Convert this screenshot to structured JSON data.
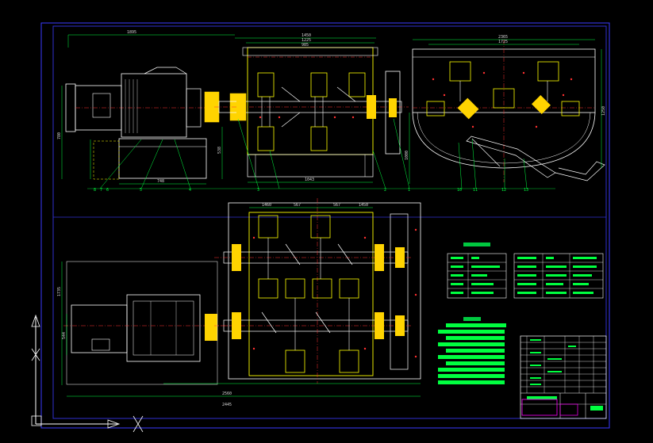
{
  "colors": {
    "background": "#000000",
    "frame": "#3a3aff",
    "outline": "#ffffff",
    "hidden": "#ffff00",
    "center_line": "#ff3030",
    "dimension": "#00ff40",
    "part_fill": "#ffd400",
    "table_text": "#00ff40",
    "stamp": "#ff00ff"
  },
  "dimensions": {
    "front_total": "1895",
    "front_mid": "1450",
    "front_span": "1225",
    "front_inner": "985",
    "front_height": "780",
    "front_base": "748",
    "front_rail": "1043",
    "front_foot": "538",
    "side_total": "2365",
    "side_inner": "1725",
    "side_height": "1250",
    "side_base": "1000",
    "plan_total": "2560",
    "plan_width": "2445",
    "plan_top_a": "1460",
    "plan_top_b": "567",
    "plan_top_c": "567",
    "plan_top_d": "1450",
    "plan_height": "1735",
    "plan_motor": "544"
  },
  "balloons_front": [
    "8",
    "7",
    "6",
    "5",
    "4",
    "3",
    "2",
    "1"
  ],
  "balloons_side": [
    "10",
    "11",
    "12",
    "13"
  ],
  "technical_params": {
    "title": "",
    "rows": [
      [
        "",
        "",
        "",
        ""
      ],
      [
        "",
        "",
        "",
        ""
      ],
      [
        "",
        "",
        "",
        ""
      ],
      [
        "",
        "",
        "",
        ""
      ],
      [
        "",
        "",
        "",
        ""
      ]
    ]
  },
  "technical_requirements": {
    "title": "",
    "lines": [
      "",
      "",
      "",
      "",
      "",
      "",
      ""
    ]
  },
  "title_block": {
    "drawing_name": "",
    "stamp": ""
  },
  "ucs": {
    "x_label": "X",
    "y_label": "Y"
  }
}
